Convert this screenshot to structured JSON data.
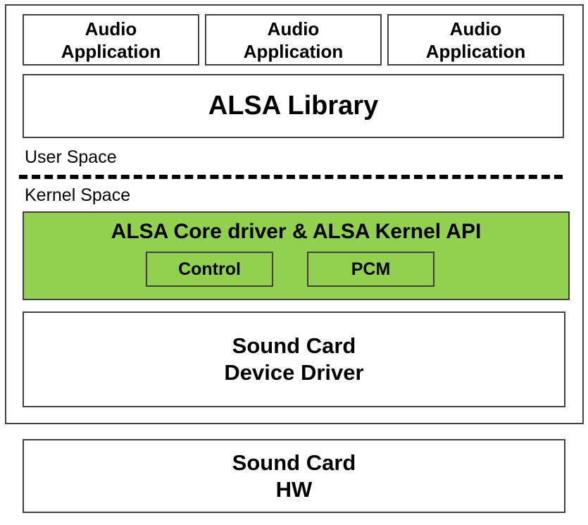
{
  "applications": [
    {
      "line1": "Audio",
      "line2": "Application"
    },
    {
      "line1": "Audio",
      "line2": "Application"
    },
    {
      "line1": "Audio",
      "line2": "Application"
    }
  ],
  "alsa_library": "ALSA Library",
  "user_space_label": "User Space",
  "kernel_space_label": "Kernel Space",
  "core": {
    "title": "ALSA Core driver & ALSA Kernel API",
    "control": "Control",
    "pcm": "PCM",
    "fill_color": "#92d050"
  },
  "device_driver": {
    "line1": "Sound Card",
    "line2": "Device Driver"
  },
  "hardware": {
    "line1": "Sound Card",
    "line2": "HW"
  }
}
